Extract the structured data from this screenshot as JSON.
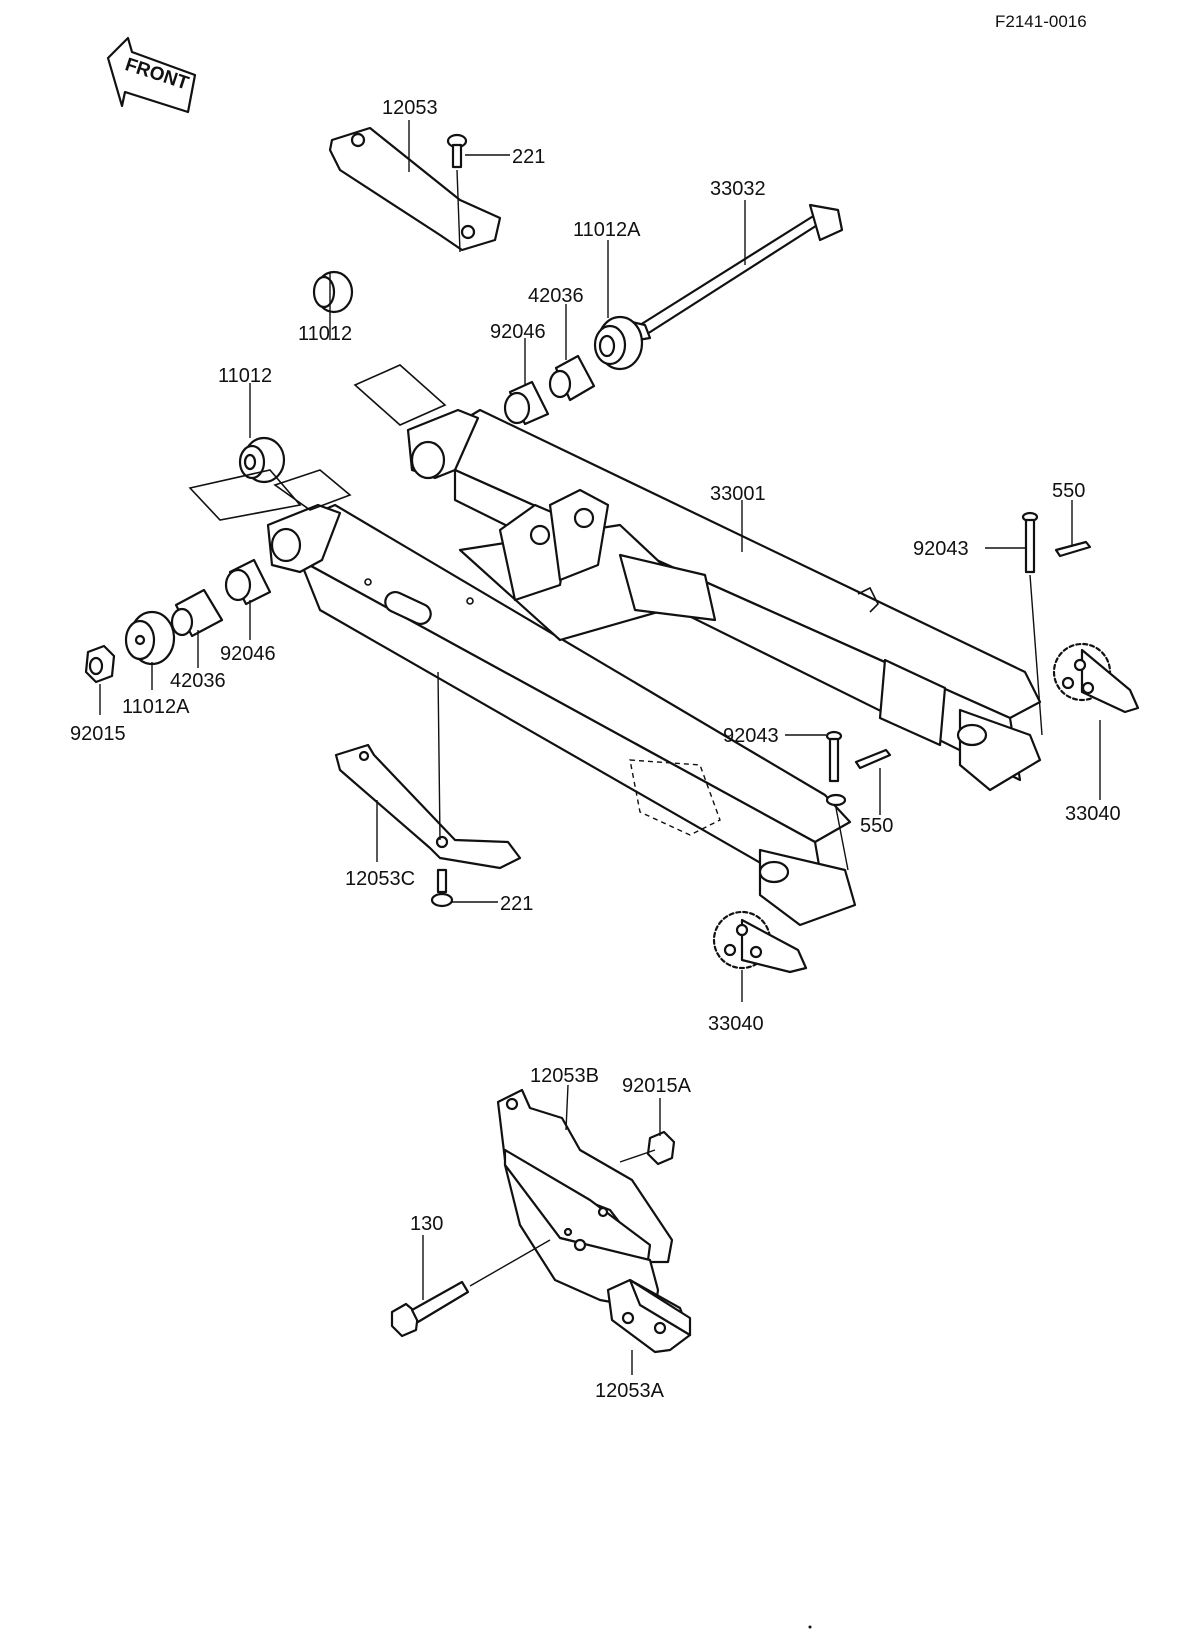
{
  "diagram_code": "F2141-0016",
  "front_label": "FRONT",
  "labels": {
    "p12053": "12053",
    "p221_top": "221",
    "p33032": "33032",
    "p11012A_top": "11012A",
    "p42036_top": "42036",
    "p92046_top": "92046",
    "p11012_a": "11012",
    "p11012_b": "11012",
    "p33001": "33001",
    "p550_top": "550",
    "p92043_top": "92043",
    "p92046_left": "92046",
    "p42036_left": "42036",
    "p11012A_left": "11012A",
    "p92015": "92015",
    "p33040_right": "33040",
    "p92043_mid": "92043",
    "p550_mid": "550",
    "p12053C": "12053C",
    "p221_bottom": "221",
    "p33040_bottom": "33040",
    "p12053B": "12053B",
    "p92015A": "92015A",
    "p130": "130",
    "p12053A": "12053A"
  }
}
